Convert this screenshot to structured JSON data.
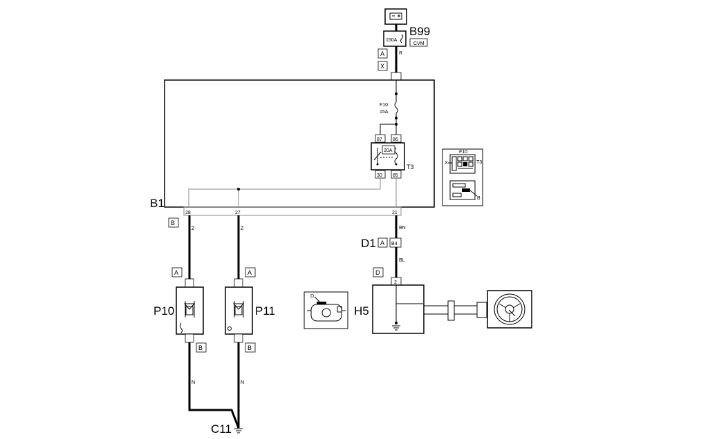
{
  "components": {
    "b99": {
      "ref": "B99",
      "fuse": "150A",
      "tag": "CVM"
    },
    "b1": {
      "ref": "B1"
    },
    "f10": {
      "ref": "F10",
      "rating": "15A"
    },
    "t3": {
      "ref": "T3",
      "rating": "20A",
      "pin87": "87",
      "pin86": "86",
      "pin30": "30",
      "pin85": "85"
    },
    "p10": {
      "ref": "P10"
    },
    "p11": {
      "ref": "P11"
    },
    "h5": {
      "ref": "H5",
      "pin": "2"
    },
    "d1": {
      "ref": "D1",
      "pin": "B4"
    },
    "c11": {
      "ref": "C11"
    }
  },
  "b1_pins": {
    "p28": "28",
    "p27": "27",
    "p21": "21"
  },
  "connector_tags": {
    "a": "A",
    "x": "X",
    "b": "B",
    "d": "D"
  },
  "wire_colors": {
    "r": "R",
    "z": "Z",
    "bn": "BN",
    "bl": "BL",
    "n": "N"
  },
  "inset_labels": {
    "fusebox_f10": "F10",
    "fusebox_x": "X",
    "fusebox_t3": "T3",
    "fusebox_b": "B",
    "horn_d": "D"
  }
}
